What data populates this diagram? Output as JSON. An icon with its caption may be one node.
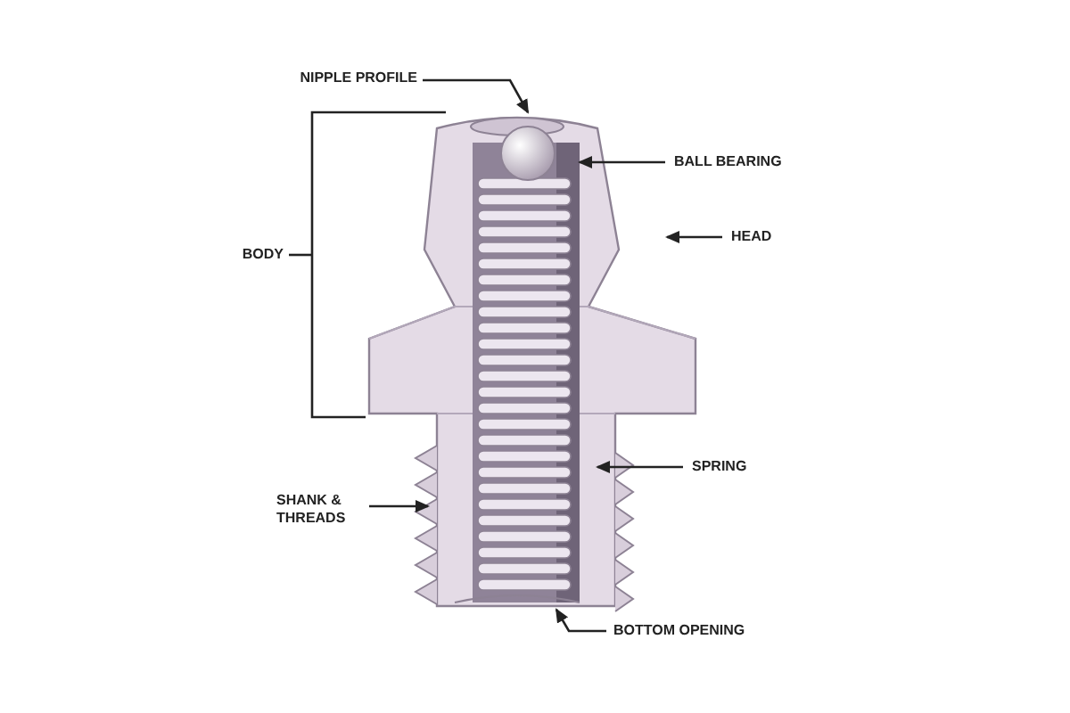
{
  "diagram": {
    "nodes": [
      {
        "text": [
          "NIPPLE PROFILE"
        ]
      },
      {
        "text": [
          "BALL BEARING"
        ]
      },
      {
        "text": [
          "HEAD"
        ]
      },
      {
        "text": [
          "BODY"
        ]
      },
      {
        "text": [
          "SPRING"
        ]
      },
      {
        "text": [
          "SHANK & THREADS"
        ]
      },
      {
        "text": [
          "BOTTOM OPENING"
        ]
      },
      {
        "text": [],
        "shape": "bracket"
      }
    ],
    "edges": [
      {
        "from": 0,
        "to": null,
        "arrow": "to"
      },
      {
        "from": 1,
        "to": null,
        "arrow": "to"
      },
      {
        "from": 2,
        "to": null,
        "arrow": "to"
      },
      {
        "from": 3,
        "to": 7,
        "arrow": "none"
      },
      {
        "from": 4,
        "to": null,
        "arrow": "to"
      },
      {
        "from": 5,
        "to": null,
        "arrow": "to"
      },
      {
        "from": 6,
        "to": null,
        "arrow": "to"
      }
    ]
  }
}
